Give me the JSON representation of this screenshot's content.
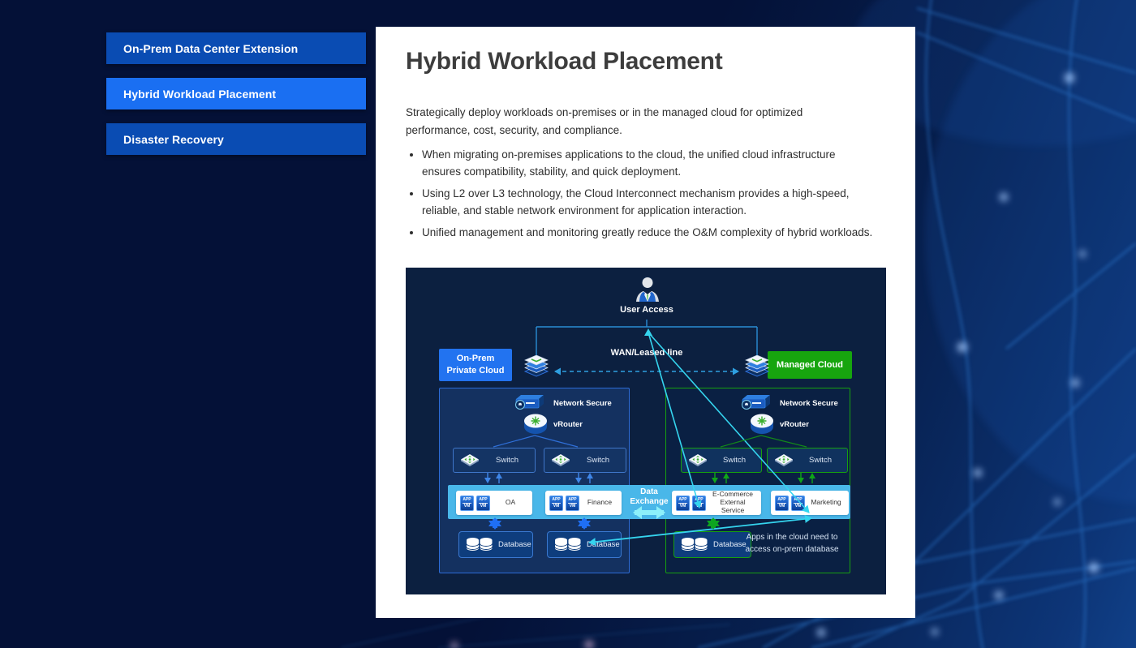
{
  "sidebar": {
    "items": [
      {
        "label": "On-Prem Data Center Extension",
        "active": false
      },
      {
        "label": "Hybrid Workload Placement",
        "active": true
      },
      {
        "label": "Disaster Recovery",
        "active": false
      }
    ]
  },
  "content": {
    "title": "Hybrid Workload Placement",
    "intro": "Strategically deploy workloads on-premises or in the managed cloud for optimized performance, cost, security, and compliance.",
    "bullets": [
      "When migrating on-premises applications to the cloud, the unified cloud infrastructure ensures compatibility, stability, and quick deployment.",
      "Using L2 over L3 technology, the Cloud Interconnect mechanism provides a high-speed, reliable, and stable network environment for application interaction.",
      "Unified management and monitoring greatly reduce the O&M complexity of hybrid workloads."
    ]
  },
  "diagram": {
    "user_access_label": "User Access",
    "wan_label": "WAN/Leased line",
    "onprem_badge_line1": "On-Prem",
    "onprem_badge_line2": "Private Cloud",
    "managed_badge": "Managed Cloud",
    "left_region": {
      "network_secure": "Network Secure",
      "vrouter": "vRouter",
      "switches": [
        "Switch",
        "Switch"
      ]
    },
    "right_region": {
      "network_secure": "Network Secure",
      "vrouter": "vRouter",
      "switches": [
        "Switch",
        "Switch"
      ]
    },
    "data_exchange_line1": "Data",
    "data_exchange_line2": "Exchange",
    "apps": [
      {
        "name": "OA"
      },
      {
        "name": "Finance"
      },
      {
        "name": "E-Commerce External Service"
      },
      {
        "name": "Marketing"
      }
    ],
    "databases": [
      "Database",
      "Database",
      "Database"
    ],
    "annotation": "Apps in the cloud need to access on-prem database",
    "chip_app": "APP",
    "chip_vm": "VM"
  },
  "colors": {
    "page_background": "#041137",
    "sidebar_button": "#0a4cb3",
    "sidebar_button_active": "#1a6ff2",
    "onprem_blue": "#2273f0",
    "managed_green": "#17a50e",
    "band_light_blue": "#49b7e9",
    "cyan_arrow": "#35d4ee",
    "thick_blue_arrow": "#1f6ff5",
    "thick_green_arrow": "#0da520",
    "diagram_background": "#0c2040"
  }
}
